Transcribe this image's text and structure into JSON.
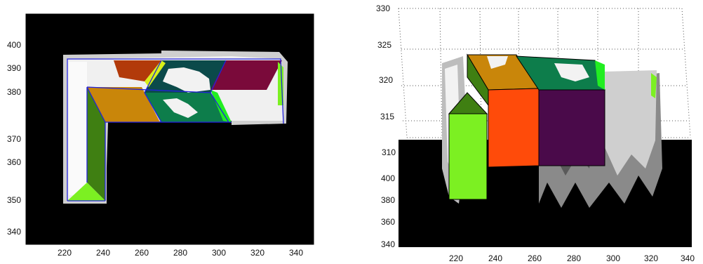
{
  "panels": {
    "left": {
      "kind": "top view (2D plot)",
      "xticks": [
        "220",
        "240",
        "260",
        "280",
        "300",
        "320",
        "340"
      ],
      "yticks": [
        "400",
        "390",
        "380",
        "370",
        "360",
        "350",
        "340"
      ]
    },
    "right": {
      "kind": "3D oblique view",
      "zticks": [
        "330",
        "325",
        "320",
        "315",
        "310"
      ],
      "yticks": [
        "400",
        "380",
        "360",
        "340"
      ],
      "xticks": [
        "220",
        "240",
        "260",
        "280",
        "300",
        "320",
        "340"
      ]
    }
  },
  "colors": {
    "background": "#000000",
    "depth_gray": "#cfcfcf",
    "depth_white": "#f2f2f2",
    "orange": "#c9860a",
    "olive_green": "#3f7f12",
    "lime_green": "#7cf022",
    "teal_green": "#0d7d4b",
    "bright_green": "#22ee22",
    "dark_teal": "#0b4a4a",
    "maroon": "#7a0a3a",
    "red_orange": "#ff4b0a",
    "dark_purple": "#4a0a4a",
    "rust": "#b23a0a",
    "yellow_green": "#d8f01a",
    "outline_blue": "#2222dd"
  }
}
